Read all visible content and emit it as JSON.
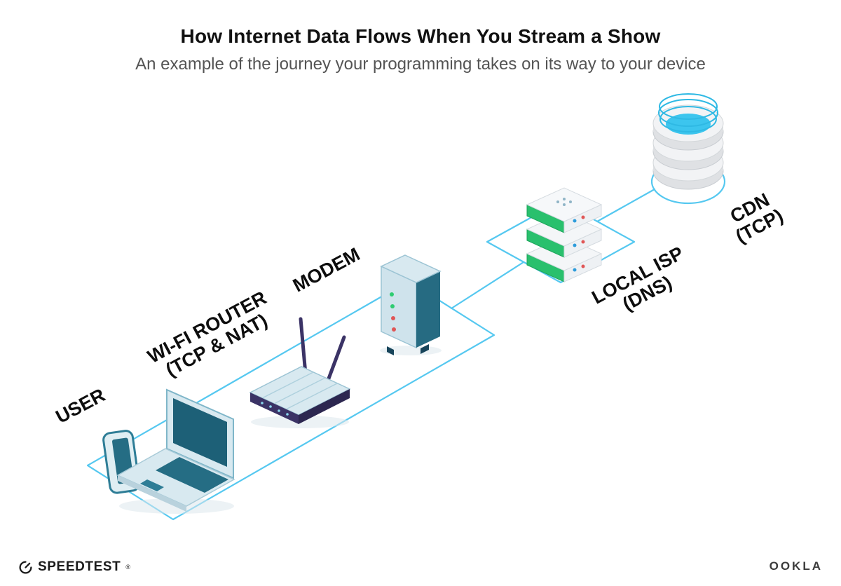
{
  "header": {
    "title": "How Internet Data Flows When You Stream a Show",
    "subtitle": "An example of the journey your programming takes on its way to your device"
  },
  "diagram": {
    "nodes": [
      {
        "label": "USER"
      },
      {
        "label": "WI-FI ROUTER",
        "sublabel": "(TCP & NAT)"
      },
      {
        "label": "MODEM"
      },
      {
        "label": "LOCAL ISP",
        "sublabel": "(DNS)"
      },
      {
        "label": "CDN",
        "sublabel": "(TCP)"
      }
    ],
    "icons": [
      "smartphone-icon",
      "laptop-icon",
      "wifi-router-icon",
      "modem-icon",
      "server-stack-icon",
      "database-icon"
    ],
    "colors": {
      "connector_line": "#55c8f0",
      "device_teal": "#256d84",
      "device_light": "#d8e9f0",
      "router_dark": "#3b3366",
      "led_green": "#2ecc71",
      "led_red": "#e05656",
      "dot_blue": "#2d9cdb",
      "cdn_cyan": "#3cc5ee"
    }
  },
  "footer": {
    "speedtest_label": "SPEEDTEST",
    "trademark": "®",
    "ookla_label": "OOKLA"
  }
}
